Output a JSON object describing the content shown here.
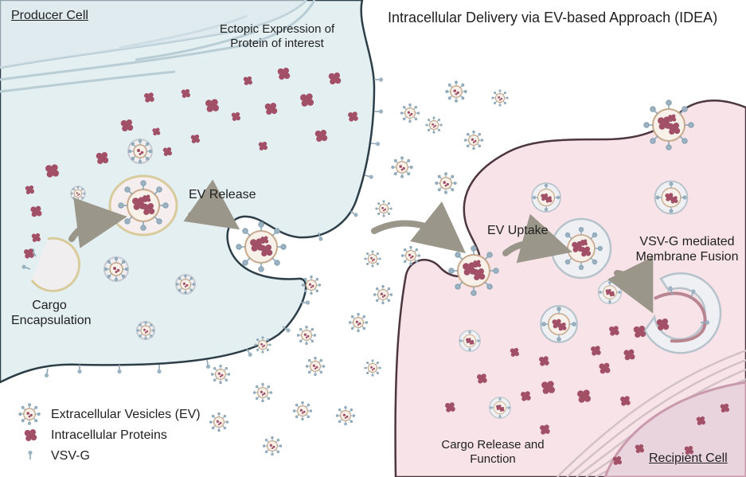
{
  "title": "Intracellular Delivery via EV-based Approach (IDEA)",
  "producer_cell_label": "Producer Cell",
  "recipient_cell_label": "Recipient Cell",
  "annotations": {
    "ectopic_line1": "Ectopic Expression of",
    "ectopic_line2": "Protein of interest",
    "ev_release": "EV Release",
    "cargo_line1": "Cargo",
    "cargo_line2": "Encapsulation",
    "ev_uptake": "EV Uptake",
    "fusion_line1": "VSV-G mediated",
    "fusion_line2": "Membrane Fusion",
    "release_line1": "Cargo Release and",
    "release_line2": "Function"
  },
  "legend": [
    {
      "icon": "extracellular-vesicle-icon",
      "label": "Extracellular Vesicles (EV)"
    },
    {
      "icon": "intracellular-protein-icon",
      "label": "Intracellular Proteins"
    },
    {
      "icon": "vsvg-glycoprotein-icon",
      "label": "VSV-G"
    }
  ],
  "colors": {
    "producer_cytoplasm": "#e4eff2",
    "producer_membrane": "#2c3e48",
    "recipient_cytoplasm": "#f8e4e8",
    "recipient_membrane": "#4d3640",
    "protein": "#a25067",
    "protein_dark": "#7a3a4c",
    "vsvg": "#9bb3c2",
    "vesicle_membrane": "#c9a98a",
    "arrow": "#9a9689",
    "nucleus": "#e9d3dd",
    "organelle_line": "#b9cdd5"
  }
}
